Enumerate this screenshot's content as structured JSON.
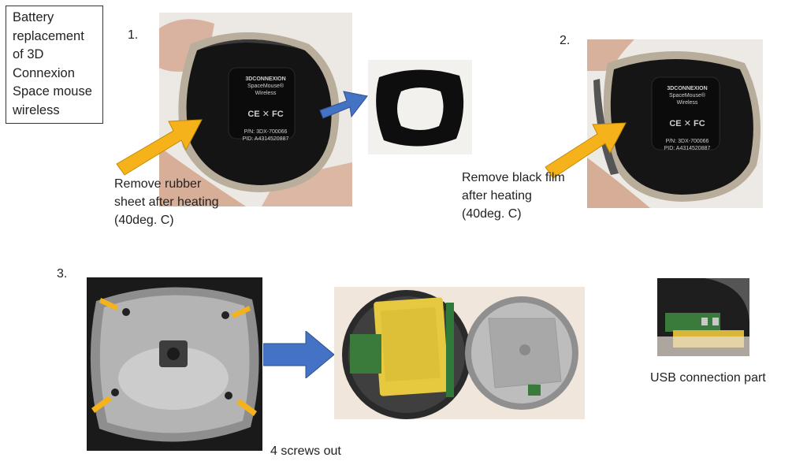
{
  "title_lines": [
    "Battery",
    "replacement",
    "of 3D",
    "Connexion",
    "Space mouse",
    "wireless"
  ],
  "steps": [
    {
      "number": "1.",
      "caption_lines": [
        "Remove rubber",
        "sheet after heating",
        "(40deg. C)"
      ]
    },
    {
      "number": "2.",
      "caption_lines": [
        "Remove black film",
        "after heating",
        "(40deg. C)"
      ]
    },
    {
      "number": "3.",
      "caption_lines": [
        "4 screws out"
      ]
    }
  ],
  "usb_caption": "USB connection part",
  "device_label": {
    "brand": "3DCONNEXION",
    "model": "SpaceMouse® Wireless",
    "cert": "CE ✕ FC",
    "pn": "P/N: 3DX-700066",
    "pid": "PID: A4314520887"
  },
  "colors": {
    "arrow_yellow": "#f5b21b",
    "arrow_blue": "#4472c4"
  }
}
